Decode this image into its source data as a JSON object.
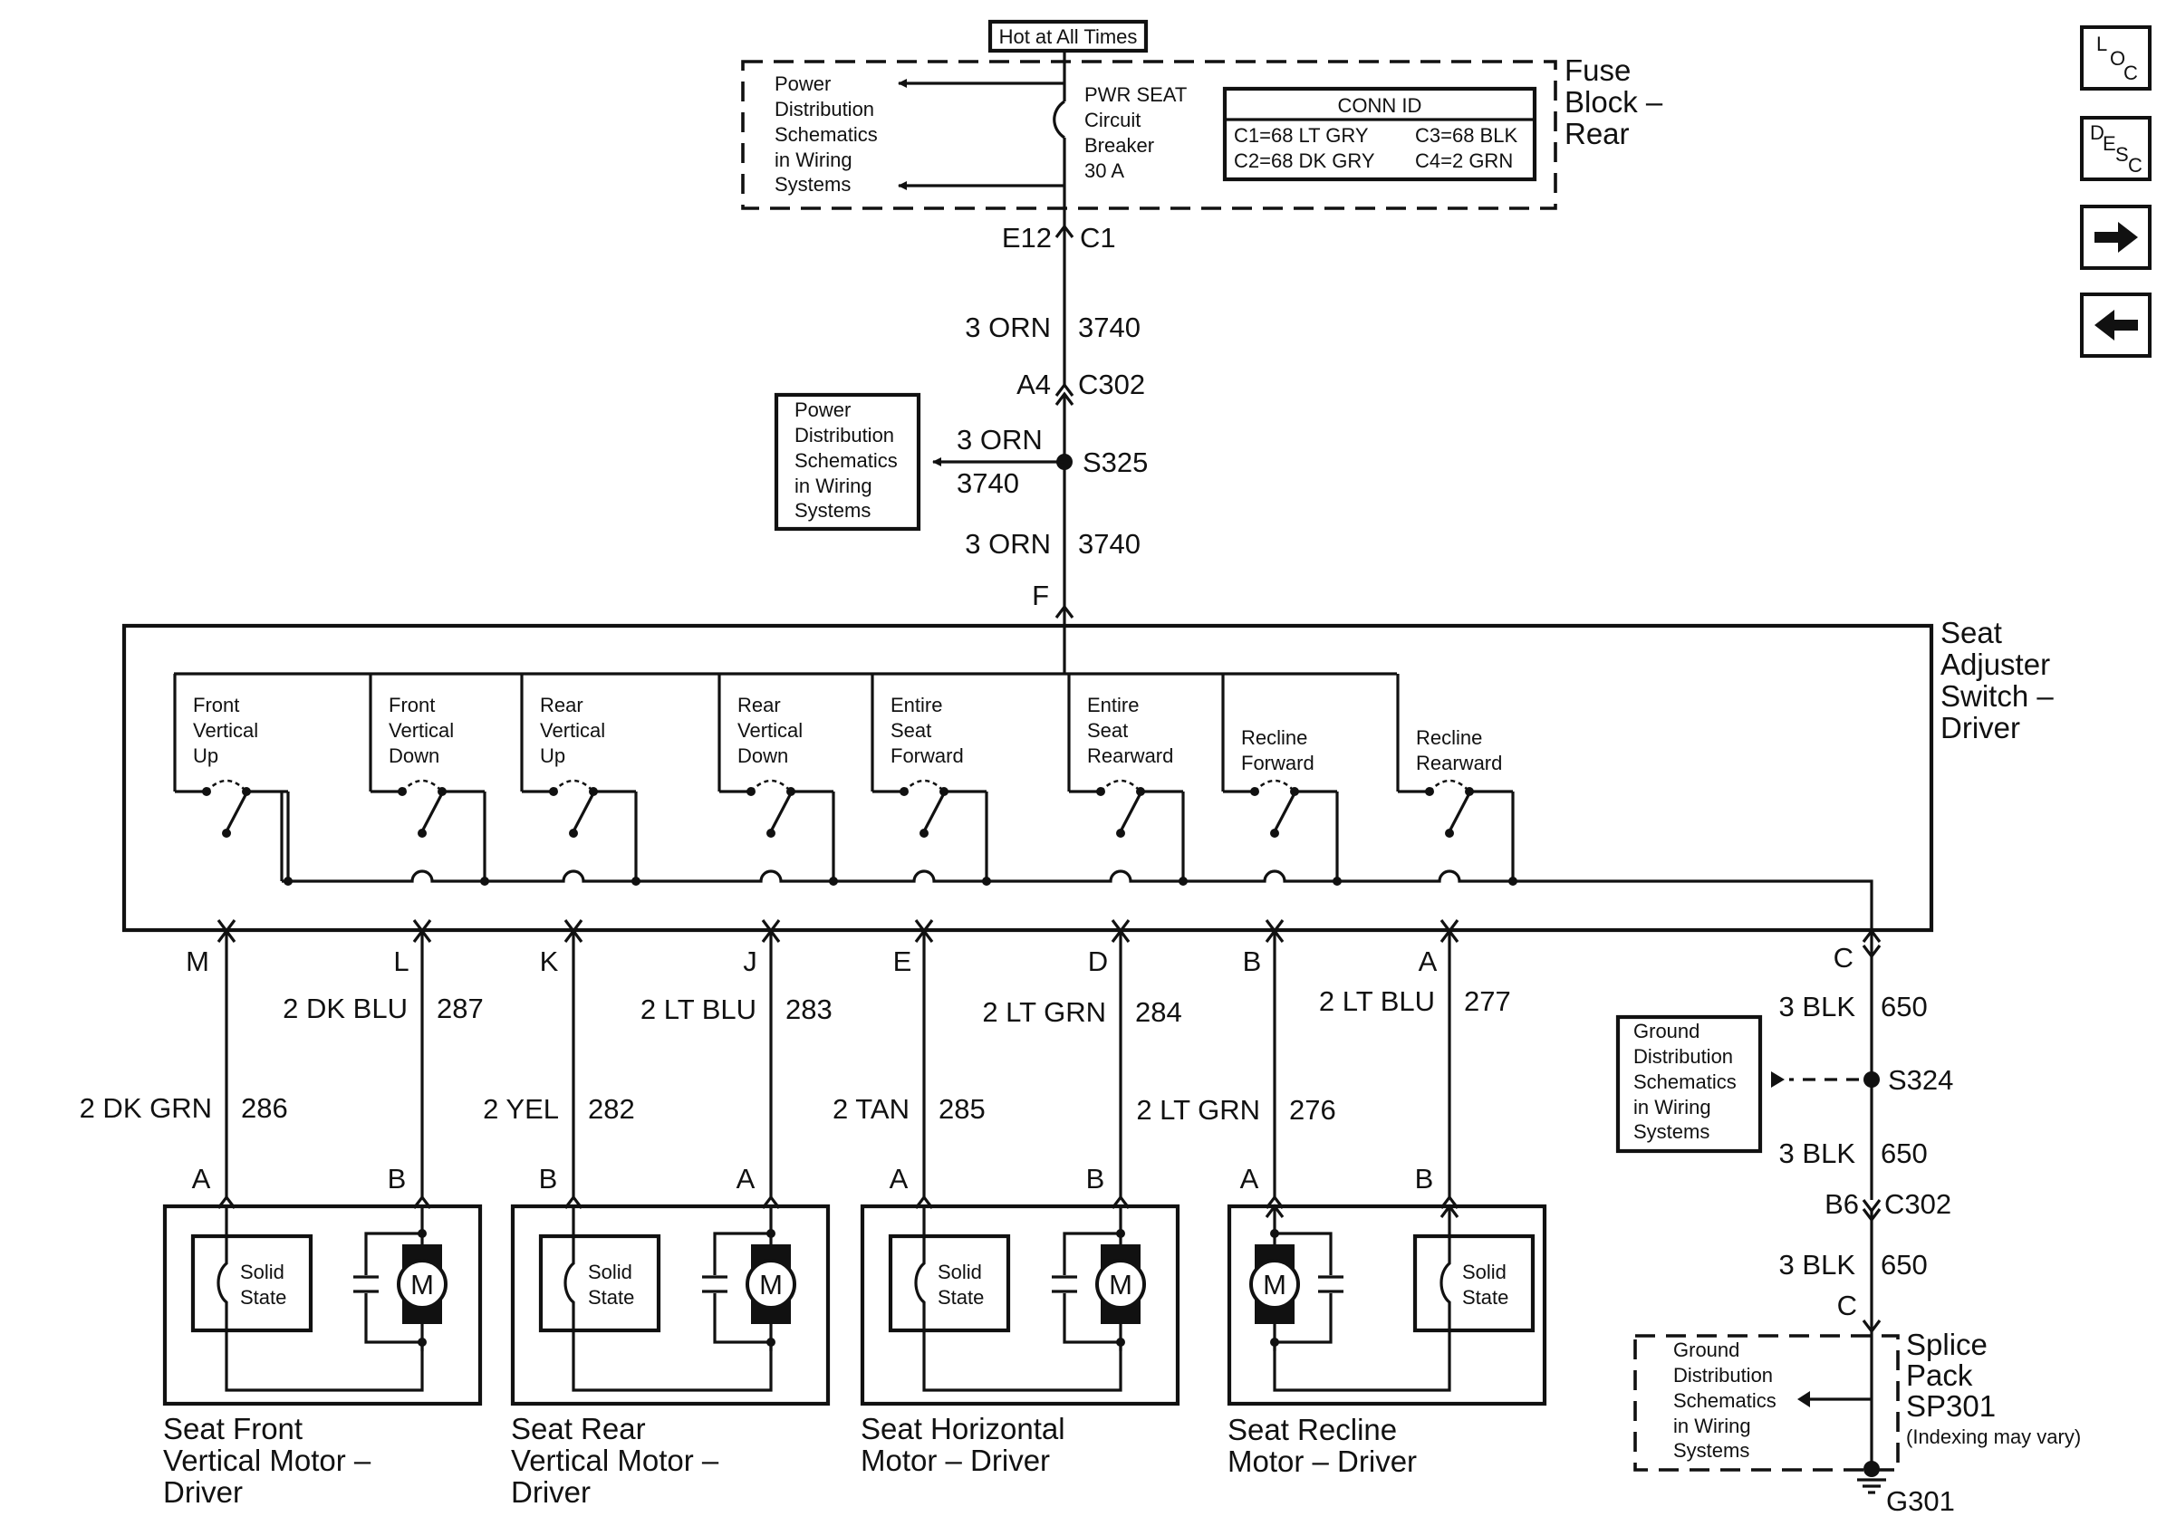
{
  "fuse_block": {
    "hot_label": "Hot at All Times",
    "name": [
      "Fuse",
      "Block –",
      "Rear"
    ],
    "breaker": [
      "PWR SEAT",
      "Circuit",
      "Breaker",
      "30 A"
    ],
    "power_ref": [
      "Power",
      "Distribution",
      "Schematics",
      "in Wiring",
      "Systems"
    ],
    "conn_title": "CONN ID",
    "conn": [
      "C1=68 LT GRY",
      "C3=68 BLK",
      "C2=68 DK GRY",
      "C4=2 GRN"
    ],
    "pin": "E12",
    "connector": "C1"
  },
  "feed": {
    "wire1_color": "3 ORN",
    "wire1_circuit": "3740",
    "conn_pin": "A4",
    "conn_name": "C302",
    "splice": "S325",
    "branch_color": "3 ORN",
    "branch_circuit": "3740",
    "power_ref": [
      "Power",
      "Distribution",
      "Schematics",
      "in Wiring",
      "Systems"
    ],
    "wire2_color": "3 ORN",
    "wire2_circuit": "3740",
    "switch_pin": "F"
  },
  "switch": {
    "name": [
      "Seat",
      "Adjuster",
      "Switch –",
      "Driver"
    ],
    "contacts": [
      {
        "label": [
          "Front",
          "Vertical",
          "Up"
        ]
      },
      {
        "label": [
          "Front",
          "Vertical",
          "Down"
        ]
      },
      {
        "label": [
          "Rear",
          "Vertical",
          "Up"
        ]
      },
      {
        "label": [
          "Rear",
          "Vertical",
          "Down"
        ]
      },
      {
        "label": [
          "Entire",
          "Seat",
          "Forward"
        ]
      },
      {
        "label": [
          "Entire",
          "Seat",
          "Rearward"
        ]
      },
      {
        "label": [
          "Recline",
          "Forward"
        ]
      },
      {
        "label": [
          "Recline",
          "Rearward"
        ]
      }
    ]
  },
  "wires": [
    {
      "pin": "M",
      "color": "2 DK GRN",
      "circuit": "286",
      "motor_pin": "A"
    },
    {
      "pin": "L",
      "color": "2 DK BLU",
      "circuit": "287",
      "motor_pin": "B"
    },
    {
      "pin": "K",
      "color": "2 YEL",
      "circuit": "282",
      "motor_pin": "B"
    },
    {
      "pin": "J",
      "color": "2 LT BLU",
      "circuit": "283",
      "motor_pin": "A"
    },
    {
      "pin": "E",
      "color": "2 TAN",
      "circuit": "285",
      "motor_pin": "A"
    },
    {
      "pin": "D",
      "color": "2 LT GRN",
      "circuit": "284",
      "motor_pin": "B"
    },
    {
      "pin": "B",
      "color": "2 LT GRN",
      "circuit": "276",
      "motor_pin": "A"
    },
    {
      "pin": "A",
      "color": "2 LT BLU",
      "circuit": "277",
      "motor_pin": "B"
    }
  ],
  "motors": [
    {
      "name": [
        "Seat Front",
        "Vertical Motor –",
        "Driver"
      ],
      "solid_state": [
        "Solid",
        "State"
      ],
      "motor_symbol": "M"
    },
    {
      "name": [
        "Seat Rear",
        "Vertical Motor –",
        "Driver"
      ],
      "solid_state": [
        "Solid",
        "State"
      ],
      "motor_symbol": "M"
    },
    {
      "name": [
        "Seat Horizontal",
        "Motor – Driver"
      ],
      "solid_state": [
        "Solid",
        "State"
      ],
      "motor_symbol": "M"
    },
    {
      "name": [
        "Seat Recline",
        "Motor – Driver"
      ],
      "solid_state": [
        "Solid",
        "State"
      ],
      "motor_symbol": "M"
    }
  ],
  "ground": {
    "pin": "C",
    "w1_color": "3 BLK",
    "w1_circuit": "650",
    "splice": "S324",
    "ref": [
      "Ground",
      "Distribution",
      "Schematics",
      "in Wiring",
      "Systems"
    ],
    "w2_color": "3 BLK",
    "w2_circuit": "650",
    "conn_pin": "B6",
    "conn_name": "C302",
    "w3_color": "3 BLK",
    "w3_circuit": "650",
    "splice_pin": "C",
    "splice_pack": [
      "Splice",
      "Pack",
      "SP301"
    ],
    "splice_note": "(Indexing may vary)",
    "ref2": [
      "Ground",
      "Distribution",
      "Schematics",
      "in Wiring",
      "Systems"
    ],
    "ground_name": "G301"
  },
  "side_icons": {
    "loc": [
      "L",
      "O",
      "C"
    ],
    "desc": [
      "D",
      "E",
      "S",
      "C"
    ]
  }
}
